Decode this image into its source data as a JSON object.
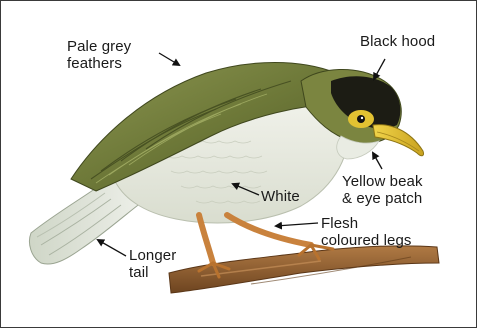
{
  "labels": {
    "pale_grey_feathers": [
      "Pale grey",
      "feathers"
    ],
    "black_hood": [
      "Black hood"
    ],
    "yellow_beak": [
      "Yellow beak",
      "& eye patch"
    ],
    "white": [
      "White"
    ],
    "flesh_legs": [
      "Flesh",
      "coloured legs"
    ],
    "longer_tail": [
      "Longer",
      "tail"
    ]
  },
  "colors": {
    "label_text": "#1a1a1a",
    "arrow": "#111111",
    "back_olive": "#6f7a3a",
    "belly_white": "#e7eadf",
    "hood_black": "#1c1c14",
    "beak_yellow": "#e4c63a",
    "legs_flesh": "#d79a4f",
    "branch_brown": "#8a5a2e"
  }
}
